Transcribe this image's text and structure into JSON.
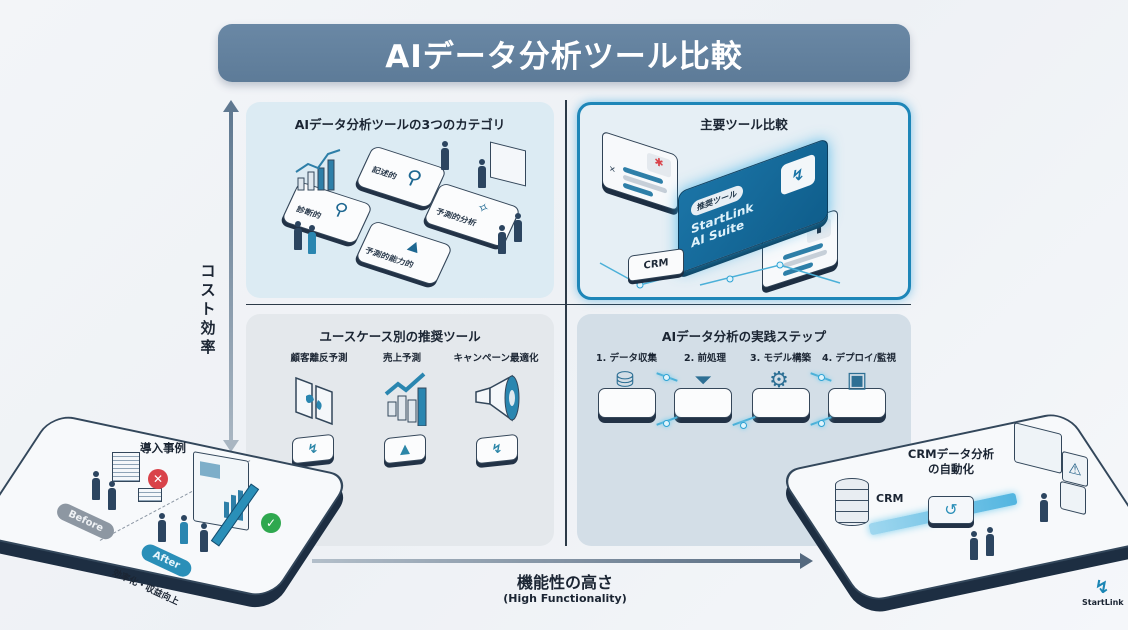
{
  "title": "AIデータ分析ツール比較",
  "axes": {
    "y_label": "コスト効率",
    "x_label": "機能性の高さ",
    "x_sublabel": "(High Functionality)"
  },
  "quadrants": {
    "top_left": {
      "title": "AIデータ分析ツールの3つのカテゴリ",
      "tiles": [
        "記述的",
        "診断的",
        "予測的分析",
        "予測的能力的"
      ]
    },
    "top_right": {
      "title": "主要ツール比較",
      "featured_badge": "推奨ツール",
      "featured_name_line1": "StartLink",
      "featured_name_line2": "AI Suite",
      "crm_chip": "CRM"
    },
    "bottom_left": {
      "title": "ユースケース別の推奨ツール",
      "use_cases": [
        {
          "label": "顧客離反予測",
          "icon": "puzzle-icon"
        },
        {
          "label": "売上予測",
          "icon": "growth-chart-icon"
        },
        {
          "label": "キャンペーン最適化",
          "icon": "megaphone-icon"
        }
      ]
    },
    "bottom_right": {
      "title": "AIデータ分析の実践ステップ",
      "steps": [
        {
          "label": "1. データ収集",
          "icon": "database-cloud-icon"
        },
        {
          "label": "2. 前処理",
          "icon": "funnel-brush-icon"
        },
        {
          "label": "3. モデル構築",
          "icon": "brain-gear-icon"
        },
        {
          "label": "4. デプロイ/監視",
          "icon": "monitor-eye-icon"
        }
      ]
    }
  },
  "case_study": {
    "title": "導入事例",
    "before_label": "Before",
    "after_label": "After",
    "after_caption": "効率化・収益向上"
  },
  "crm_automation": {
    "title_line1": "CRMデータ分析",
    "title_line2": "の自動化",
    "source_label": "CRM"
  },
  "brand": {
    "name": "StartLink"
  },
  "colors": {
    "title_banner": "#5f7d9a",
    "accent_blue": "#1b86b5",
    "featured_glow": "#2ea2d3",
    "dark_navy": "#1d2e42",
    "fail_red": "#d9434a",
    "success_green": "#2fa84f"
  }
}
